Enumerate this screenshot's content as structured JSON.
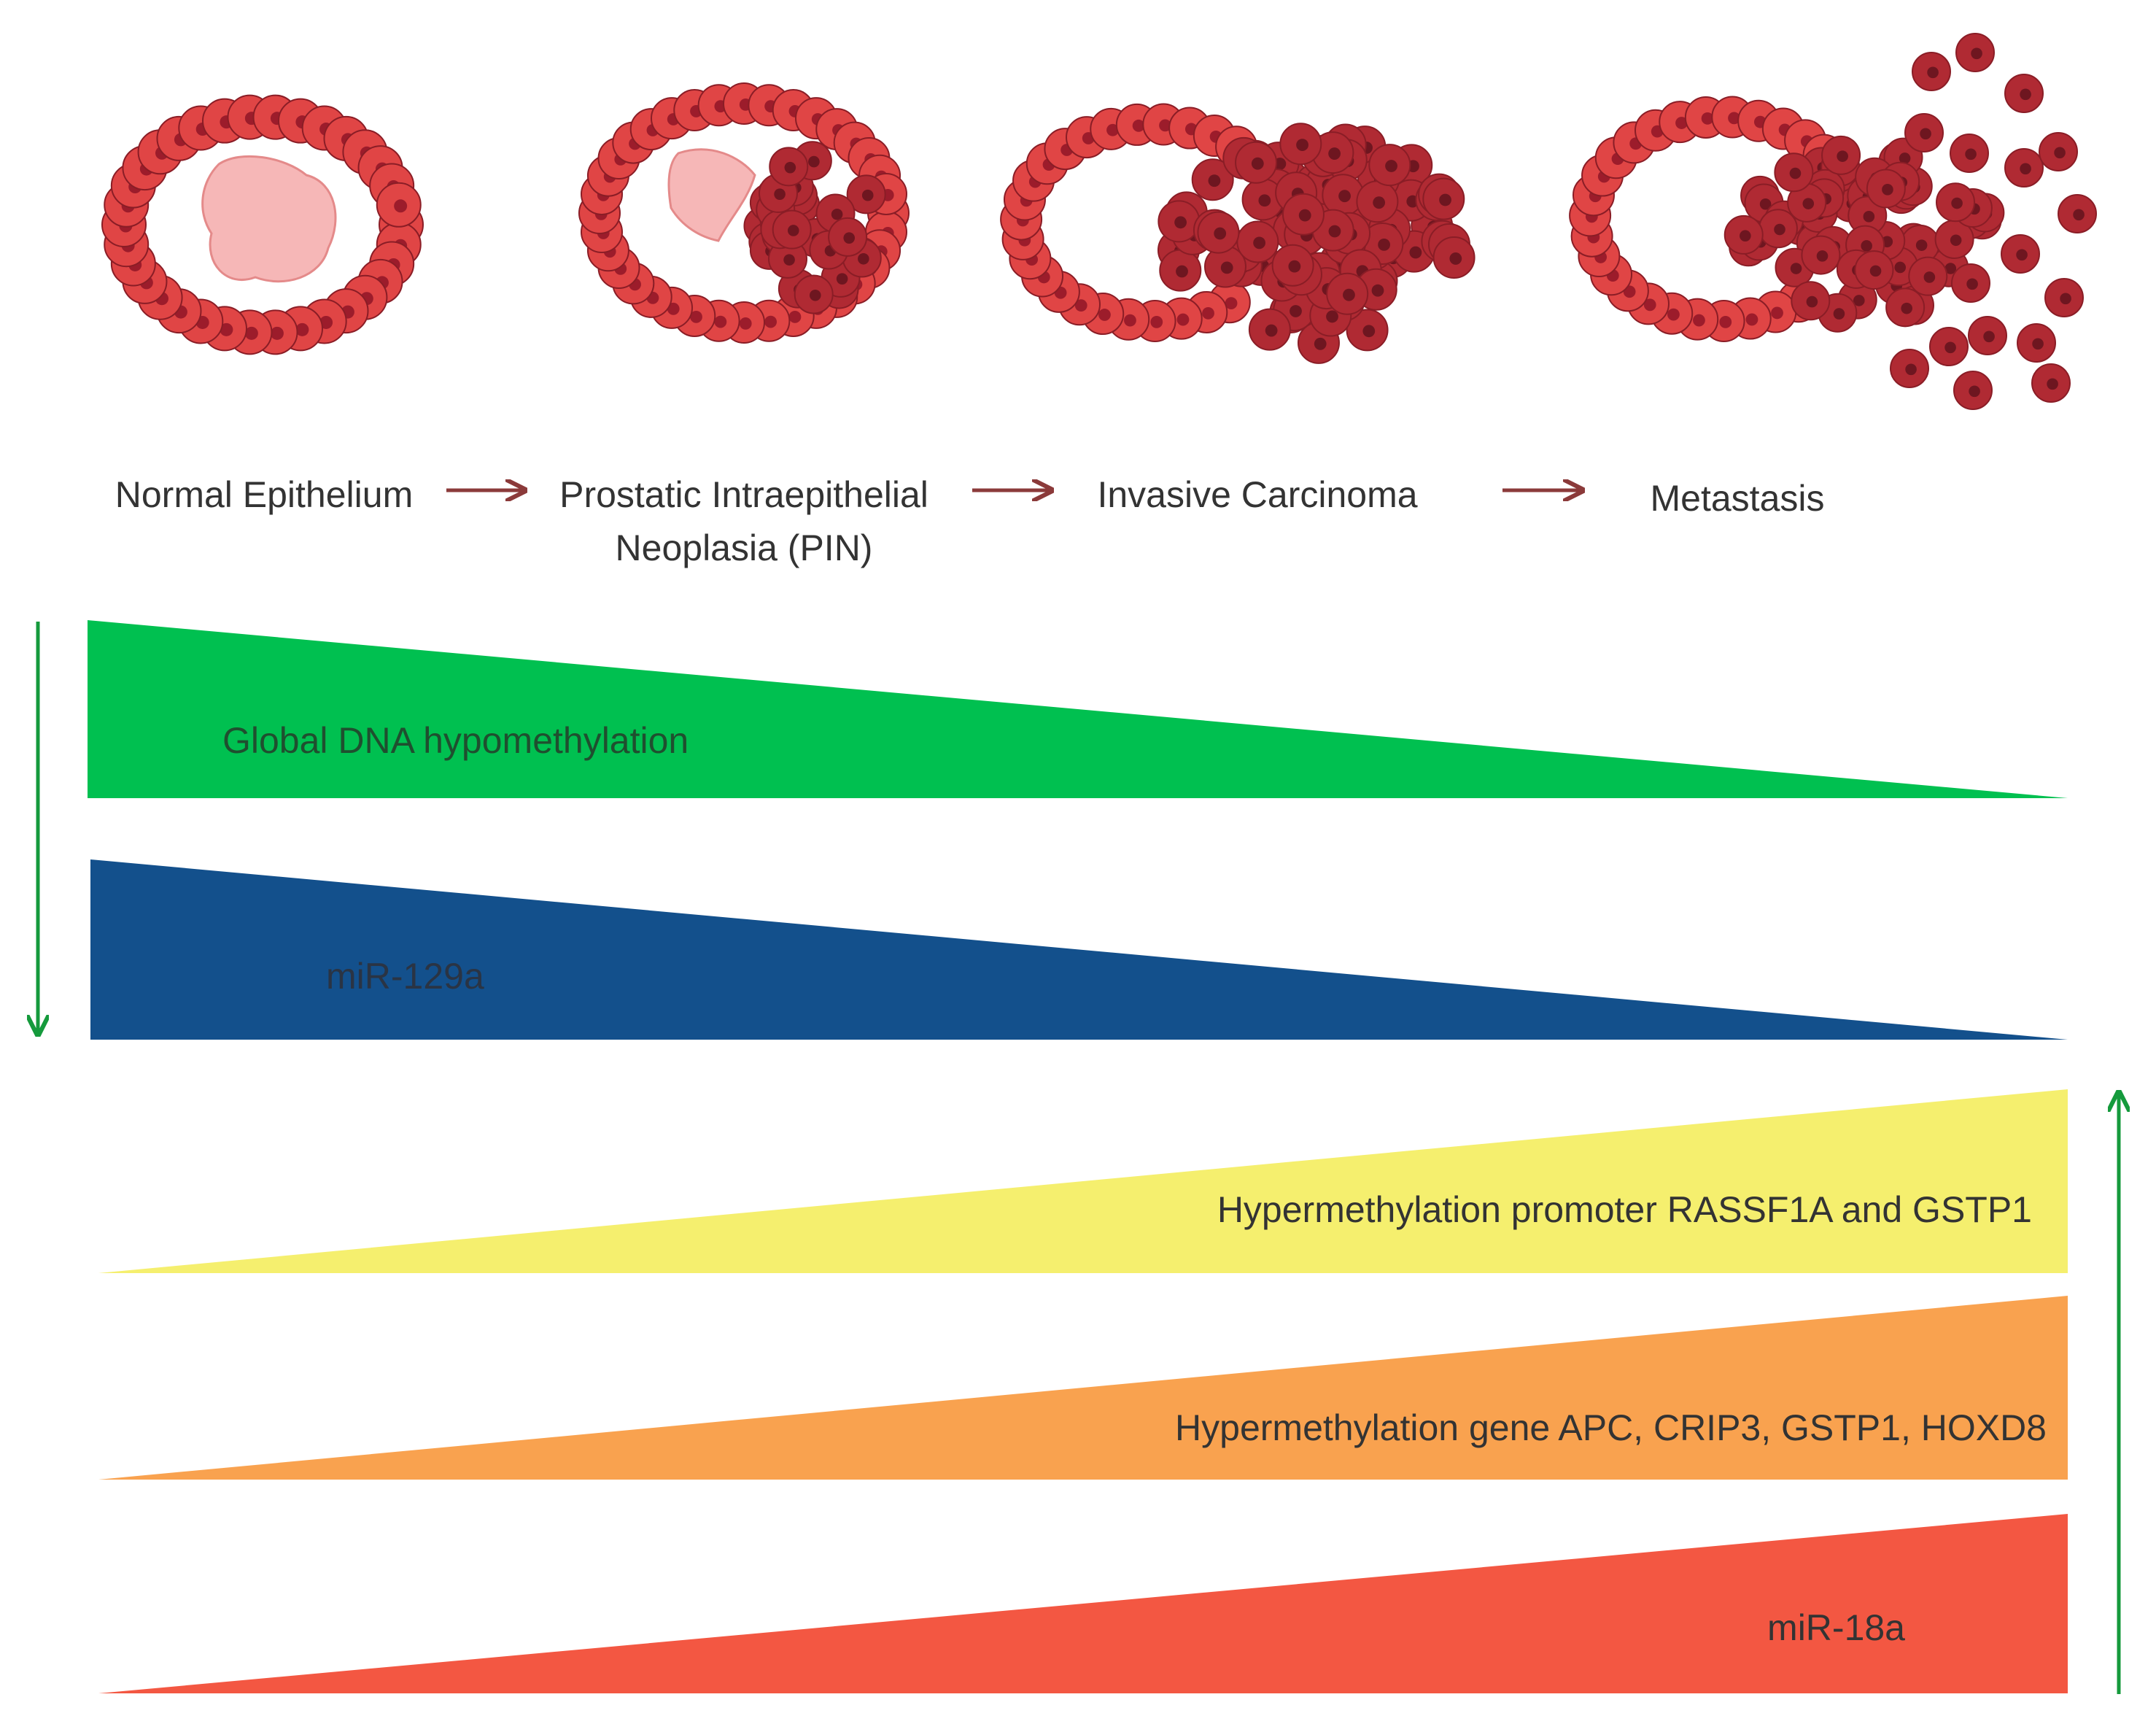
{
  "stages": {
    "normal": "Normal Epithelium",
    "pin_line1": "Prostatic Intraepithelial",
    "pin_line2": "Neoplasia (PIN)",
    "invasive": "Invasive Carcinoma",
    "metastasis": "Metastasis"
  },
  "wedges": {
    "decreasing": [
      {
        "label": "Global DNA hypomethylation",
        "color": "#00c050",
        "text_color": "#1f4f2f"
      },
      {
        "label": "miR-129a",
        "color": "#13508c",
        "text_color": "#2a3444"
      }
    ],
    "increasing": [
      {
        "label": "Hypermethylation promoter RASSF1A and GSTP1",
        "color": "#f5ef6e",
        "text_color": "#333333"
      },
      {
        "label": "Hypermethylation gene APC, CRIP3, GSTP1,  HOXD8",
        "color": "#f9a24f",
        "text_color": "#333333"
      },
      {
        "label": "miR-18a",
        "color": "#f35742",
        "text_color": "#333333"
      }
    ]
  },
  "colors": {
    "cell_fill": "#e04545",
    "cell_nucleus": "#9c1c2b",
    "dark_cell_fill": "#b02a33",
    "dark_cell_nucleus": "#6e1620",
    "lumen": "#f6b7b7",
    "stage_arrow": "#8b3a3a",
    "trend_arrow": "#159a3c"
  },
  "icons": {
    "stage_arrows": "right-arrow-icon",
    "decrease_arrow": "down-arrow-icon",
    "increase_arrow": "up-arrow-icon"
  }
}
